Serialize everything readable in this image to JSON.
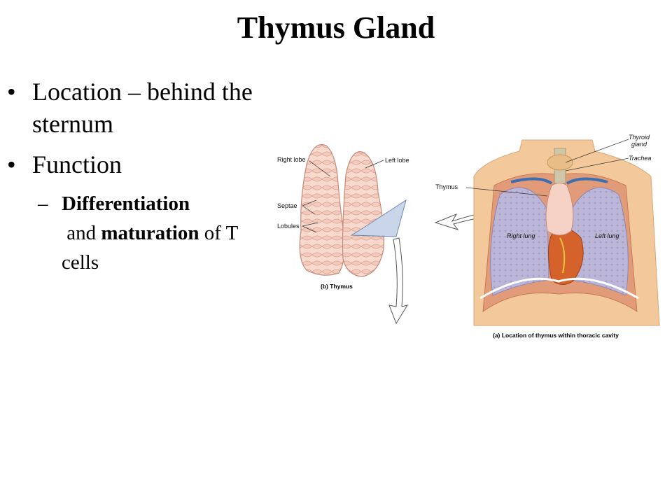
{
  "title": "Thymus Gland",
  "bullets": [
    {
      "text": "Location – behind the sternum"
    },
    {
      "text": "Function"
    }
  ],
  "sub_bullet": {
    "bold1": "Differentiation",
    "text1": " and ",
    "bold2": "maturation",
    "text2": " of T cells"
  },
  "figure_b": {
    "labels": {
      "right_lobe": "Right lobe",
      "left_lobe": "Left lobe",
      "septae": "Septae",
      "lobules": "Lobules"
    },
    "caption": "(b) Thymus"
  },
  "figure_a": {
    "labels": {
      "thyroid_gland_1": "Thyroid",
      "thyroid_gland_2": "gland",
      "trachea": "Trachea",
      "thymus": "Thymus",
      "right_lung": "Right lung",
      "left_lung": "Left lung"
    },
    "caption": "(a) Location of thymus within thoracic cavity"
  },
  "colors": {
    "skin": "#f3c89a",
    "lung": "#b9b4d6",
    "thymus": "#f6d2c6",
    "heart": "#d4622a",
    "vessel": "#3d6fb0"
  }
}
